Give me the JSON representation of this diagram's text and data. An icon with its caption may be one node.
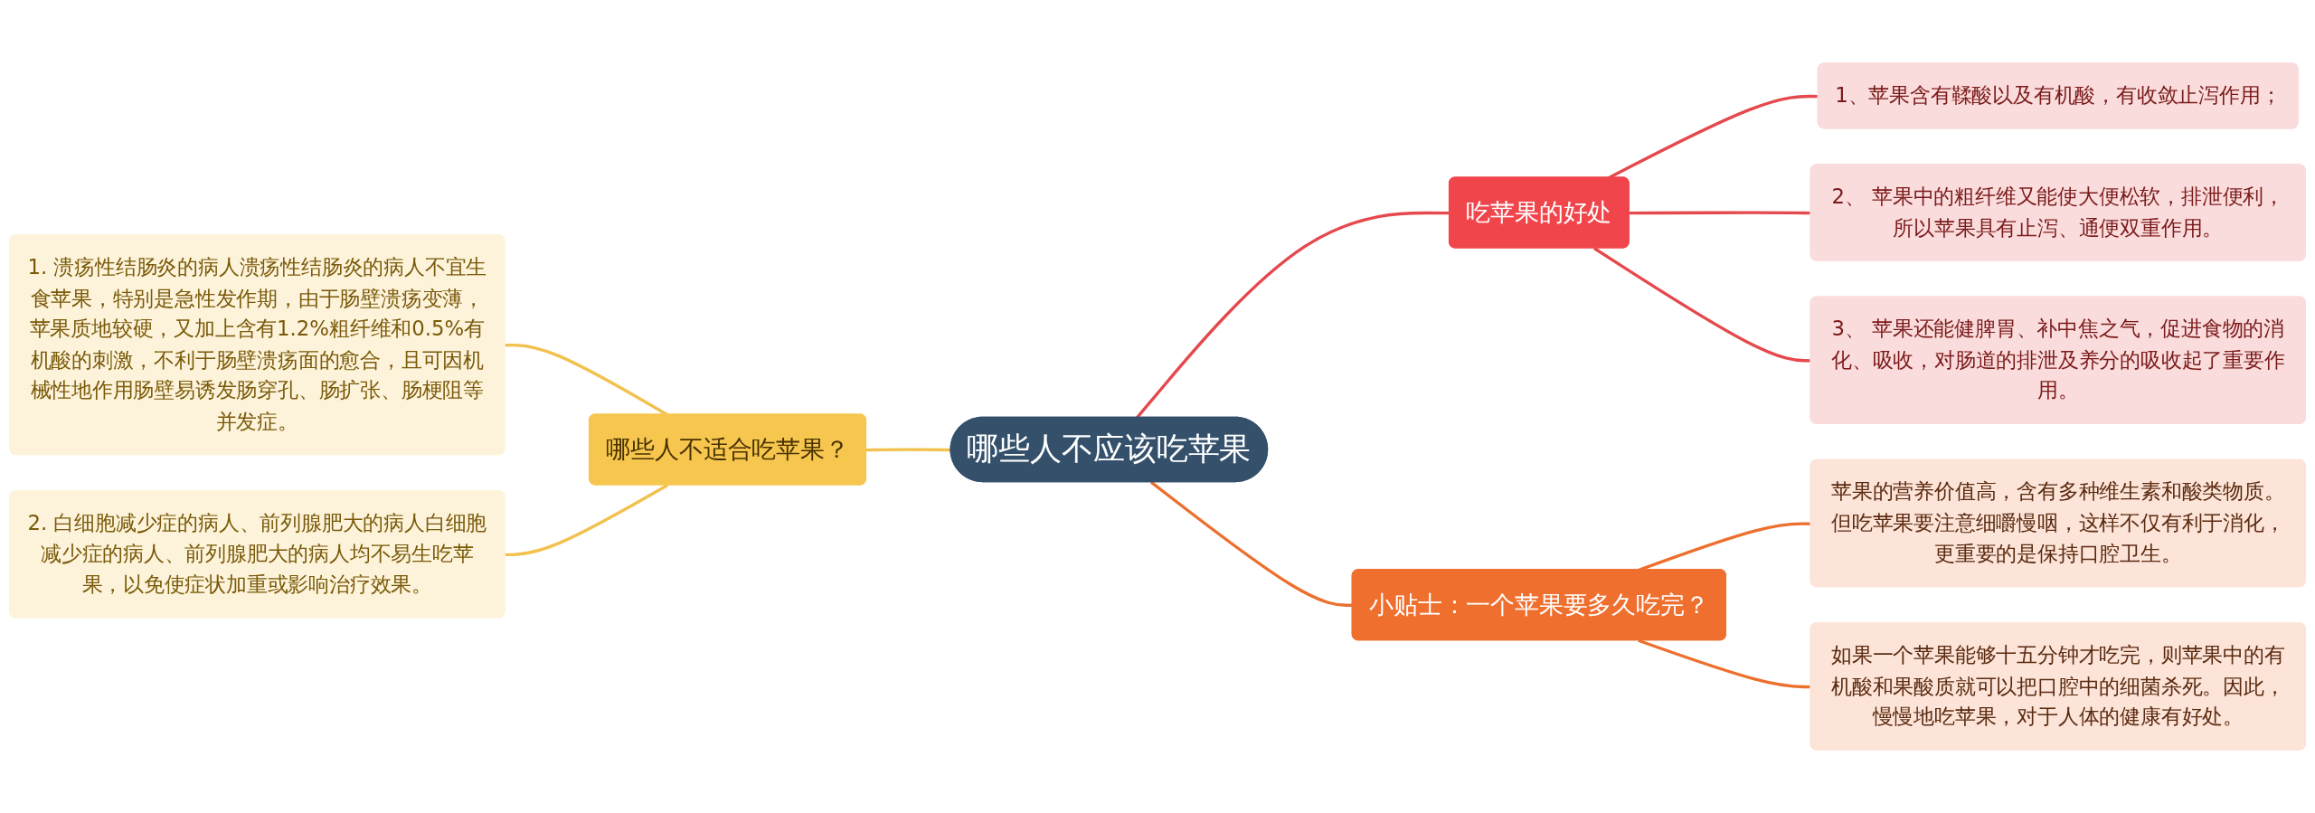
{
  "diagram": {
    "nodes": [
      {
        "text": [
          "哪些人不应该吃苹果"
        ]
      },
      {
        "text": [
          "吃苹果的好处"
        ]
      },
      {
        "text": [
          "1、苹果含有鞣酸以及有机酸，有收敛止泻作用；"
        ]
      },
      {
        "text": [
          "2、 苹果中的粗纤维又能使大便松软，排泄便利，所以苹果具有止泻、通便双重作用。"
        ]
      },
      {
        "text": [
          "3、 苹果还能健脾胃、补中焦之气，促进食物的消化、吸收，对肠道的排泄及养分的吸收起了重要作用。"
        ]
      },
      {
        "text": [
          "小贴士：一个苹果要多久吃完？"
        ]
      },
      {
        "text": [
          "苹果的营养价值高，含有多种维生素和酸类物质。但吃苹果要注意细嚼慢咽，这样不仅有利于消化，更重要的是保持口腔卫生。"
        ]
      },
      {
        "text": [
          "如果一个苹果能够十五分钟才吃完，则苹果中的有机酸和果酸质就可以把口腔中的细菌杀死。因此，慢慢地吃苹果，对于人体的健康有好处。"
        ]
      },
      {
        "text": [
          "哪些人不适合吃苹果？"
        ]
      },
      {
        "text": [
          "1. 溃疡性结肠炎的病人溃疡性结肠炎的病人不宜生食苹果，特别是急性发作期，由于肠壁溃疡变薄，苹果质地较硬，又加上含有1.2%粗纤维和0.5%有机酸的刺激，不利于肠壁溃疡面的愈合，且可因机械性地作用肠壁易诱发肠穿孔、肠扩张、肠梗阻等并发症。"
        ]
      },
      {
        "text": [
          "2. 白细胞减少症的病人、前列腺肥大的病人白细胞减少症的病人、前列腺肥大的病人均不易生吃苹果，以免使症状加重或影响治疗效果。"
        ]
      }
    ],
    "edges": [
      {
        "from": 0,
        "to": 1,
        "arrow": "none",
        "color": "#e5484d"
      },
      {
        "from": 1,
        "to": 2,
        "arrow": "none",
        "color": "#e5484d"
      },
      {
        "from": 1,
        "to": 3,
        "arrow": "none",
        "color": "#e5484d"
      },
      {
        "from": 1,
        "to": 4,
        "arrow": "none",
        "color": "#e5484d"
      },
      {
        "from": 0,
        "to": 5,
        "arrow": "none",
        "color": "#ec6f2d"
      },
      {
        "from": 5,
        "to": 6,
        "arrow": "none",
        "color": "#ec6f2d"
      },
      {
        "from": 5,
        "to": 7,
        "arrow": "none",
        "color": "#ec6f2d"
      },
      {
        "from": 8,
        "to": 0,
        "arrow": "none",
        "color": "#f2c14e"
      },
      {
        "from": 9,
        "to": 8,
        "arrow": "none",
        "color": "#f2c14e"
      },
      {
        "from": 10,
        "to": 8,
        "arrow": "none",
        "color": "#f2c14e"
      }
    ]
  }
}
